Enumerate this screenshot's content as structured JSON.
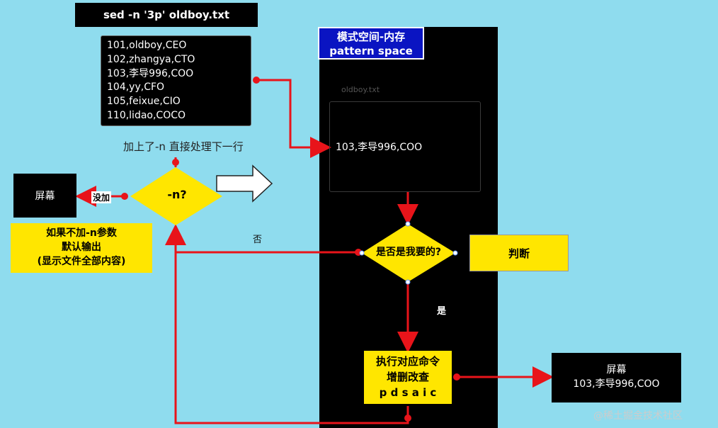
{
  "command_title": "sed -n '3p' oldboy.txt",
  "file_lines": [
    "101,oldboy,CEO",
    "102,zhangya,CTO",
    "103,李导996,COO",
    "104,yy,CFO",
    "105,feixue,CIO",
    "110,lidao,COCO"
  ],
  "pattern_space": {
    "title_cn": "模式空间-内存",
    "title_en": "pattern space"
  },
  "oldboy_label": "oldboy.txt",
  "current_line": "103,李导996,COO",
  "add_n_label": "加上了-n 直接处理下一行",
  "decision_n": "-n?",
  "no_add_label": "没加",
  "screen_left": "屏幕",
  "note_lines": [
    "如果不加-n参数",
    "默认输出",
    "(显示文件全部内容)"
  ],
  "no_label": "否",
  "decision_main": "是否是我要的?",
  "judge_label": "判断",
  "yes_label": "是",
  "exec_lines": [
    "执行对应命令",
    "增删改查",
    "p d s a i c"
  ],
  "screen_right": {
    "title": "屏幕",
    "value": "103,李导996,COO"
  },
  "watermark": "@稀土掘金技术社区"
}
